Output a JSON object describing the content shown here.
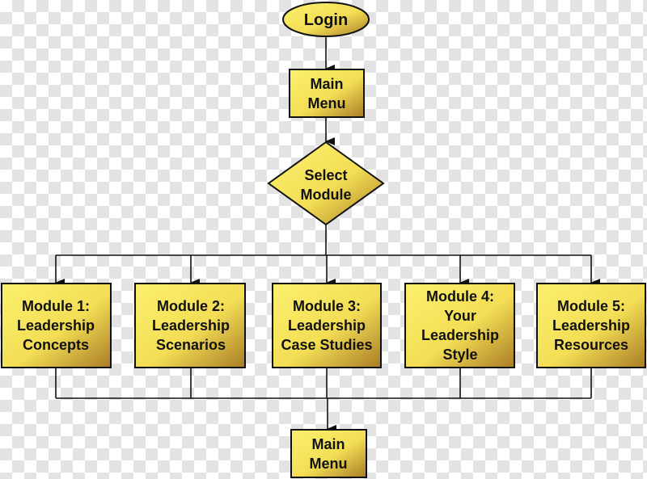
{
  "start": {
    "label": "Login"
  },
  "main_menu_top": {
    "lines": [
      "Main",
      "Menu"
    ]
  },
  "decision": {
    "lines": [
      "Select",
      "Module"
    ]
  },
  "modules": [
    {
      "lines": [
        "Module 1:",
        "Leadership",
        "Concepts"
      ]
    },
    {
      "lines": [
        "Module 2:",
        "Leadership",
        "Scenarios"
      ]
    },
    {
      "lines": [
        "Module 3:",
        "Leadership",
        "Case Studies"
      ]
    },
    {
      "lines": [
        "Module 4:",
        "Your",
        "Leadership",
        "Style"
      ]
    },
    {
      "lines": [
        "Module 5:",
        "Leadership",
        "Resources"
      ]
    }
  ],
  "main_menu_bottom": {
    "lines": [
      "Main",
      "Menu"
    ]
  },
  "colors": {
    "fill_light": "#fbf06e",
    "fill_dark": "#b0842a",
    "stroke": "#111111"
  }
}
